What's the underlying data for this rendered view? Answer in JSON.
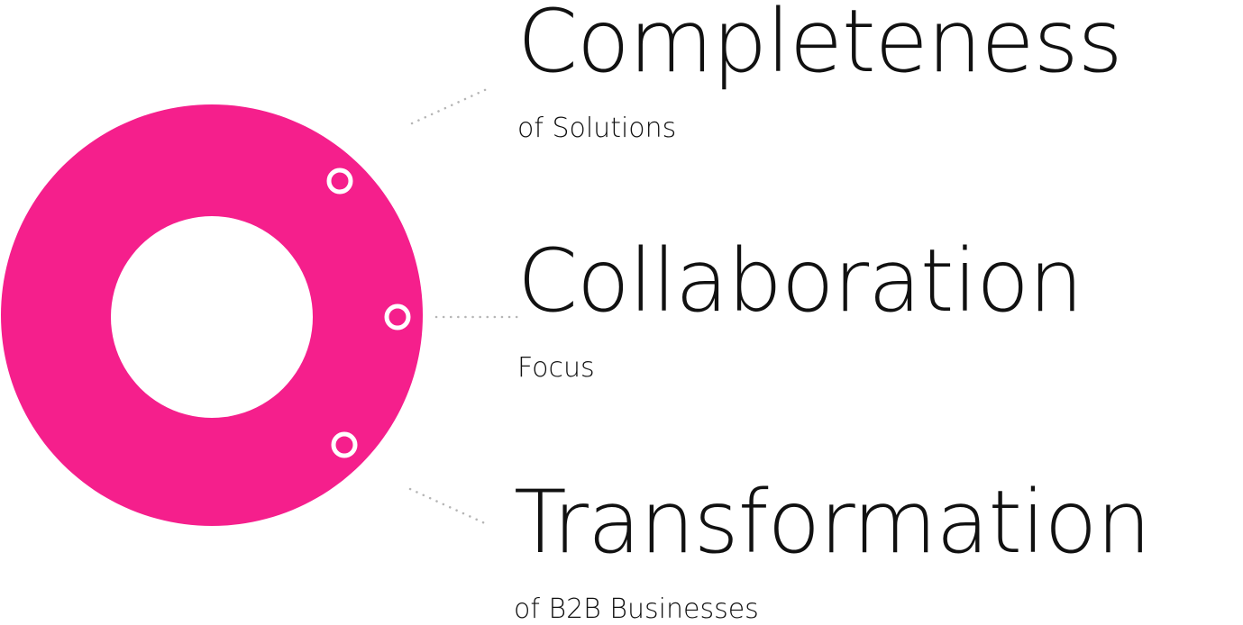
{
  "colors": {
    "ring": "#f51f8c",
    "marker": "#ffffff",
    "connector": "#b5b5b5",
    "text": "#111111"
  },
  "pillars": [
    {
      "title": "Completeness",
      "subtitle": "of Solutions"
    },
    {
      "title": "Collaboration",
      "subtitle": "Focus"
    },
    {
      "title": "Transformation",
      "subtitle": "of B2B Businesses"
    }
  ]
}
